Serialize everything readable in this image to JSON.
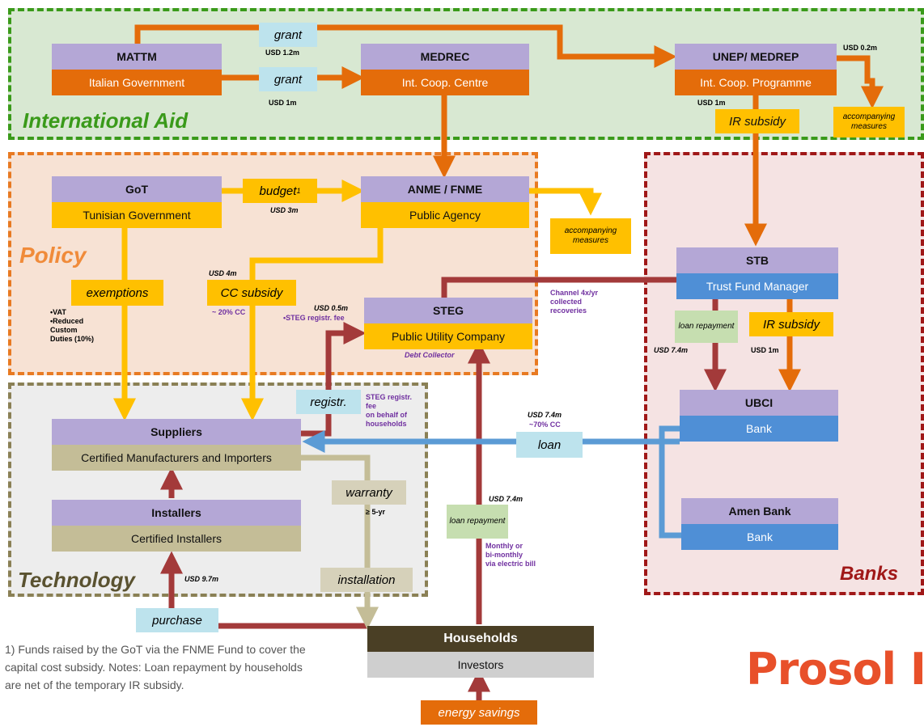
{
  "regions": {
    "international_aid": "International Aid",
    "policy": "Policy",
    "technology": "Technology",
    "banks": "Banks"
  },
  "nodes": {
    "mattm": {
      "title": "MATTM",
      "subtitle": "Italian Government"
    },
    "medrec": {
      "title": "MEDREC",
      "subtitle": "Int. Coop. Centre"
    },
    "unep": {
      "title": "UNEP/ MEDREP",
      "subtitle": "Int. Coop. Programme"
    },
    "got": {
      "title": "GoT",
      "subtitle": "Tunisian Government"
    },
    "anme": {
      "title": "ANME / FNME",
      "subtitle": "Public Agency"
    },
    "steg": {
      "title": "STEG",
      "subtitle": "Public Utility Company",
      "note": "Debt Collector"
    },
    "stb": {
      "title": "STB",
      "subtitle": "Trust Fund Manager"
    },
    "ubci": {
      "title": "UBCI",
      "subtitle": "Bank"
    },
    "amen": {
      "title": "Amen Bank",
      "subtitle": "Bank"
    },
    "suppliers": {
      "title": "Suppliers",
      "subtitle": "Certified Manufacturers and Importers"
    },
    "installers": {
      "title": "Installers",
      "subtitle": "Certified Installers"
    },
    "households": {
      "title": "Households",
      "subtitle": "Investors"
    }
  },
  "flows": {
    "grant1": "grant",
    "grant2": "grant",
    "budget": "budget",
    "budget_sup": "1",
    "ir_subsidy_top": "IR subsidy",
    "ir_subsidy_banks": "IR subsidy",
    "accompanying_top": "accompanying measures",
    "accompanying_policy": "accompanying measures",
    "exemptions": "exemptions",
    "cc_subsidy": "CC subsidy",
    "registr": "registr.",
    "loan": "loan",
    "loan_repayment_banks": "loan repayment",
    "loan_repayment_hh": "loan repayment",
    "warranty": "warranty",
    "installation": "installation",
    "purchase": "purchase",
    "energy_savings": "energy savings"
  },
  "amounts": {
    "grant1": "USD 1.2m",
    "grant2": "USD 1m",
    "unep_acc": "USD 0.2m",
    "unep_ir": "USD 1m",
    "budget": "USD 3m",
    "cc": "USD 4m",
    "cc_pct": "~ 20% CC",
    "steg_fee": "USD 0.5m",
    "steg_fee_note": "•STEG registr. fee",
    "loan_repay_banks": "USD 7.4m",
    "ir_banks": "USD 1m",
    "loan": "USD 7.4m",
    "loan_pct": "~70% CC",
    "loan_repay_hh": "USD 7.4m",
    "purchase": "USD 9.7m",
    "warranty": "≥ 5-yr"
  },
  "notes": {
    "exemptions_list": [
      "•VAT",
      "•Reduced",
      "Custom",
      "Duties (10%)"
    ],
    "channel": [
      "Channel 4x/yr",
      "collected",
      "recoveries"
    ],
    "steg_fee_households": [
      "STEG registr.",
      "fee",
      "on behalf of",
      "households"
    ],
    "bill": [
      "Monthly or",
      "bi-monthly",
      "via electric bill"
    ]
  },
  "footnote": "1) Funds raised by the GoT via the FNME Fund to cover the capital cost subsidy. Notes: Loan repayment by households are net of the temporary IR subsidy.",
  "brand": "Prosol I",
  "colors": {
    "intl_green": "#3a9a1a",
    "policy_orange": "#e87a22",
    "tech_olive": "#8a8055",
    "bank_red": "#a01818",
    "node_purple": "#b4a7d6",
    "orange_fill": "#e46c0a",
    "yellow_fill": "#ffc000",
    "blue_fill": "#4f8fd6",
    "tan_fill": "#c4bd97",
    "dark_brown": "#4a3f25",
    "arrow_red": "#a33a3a"
  }
}
